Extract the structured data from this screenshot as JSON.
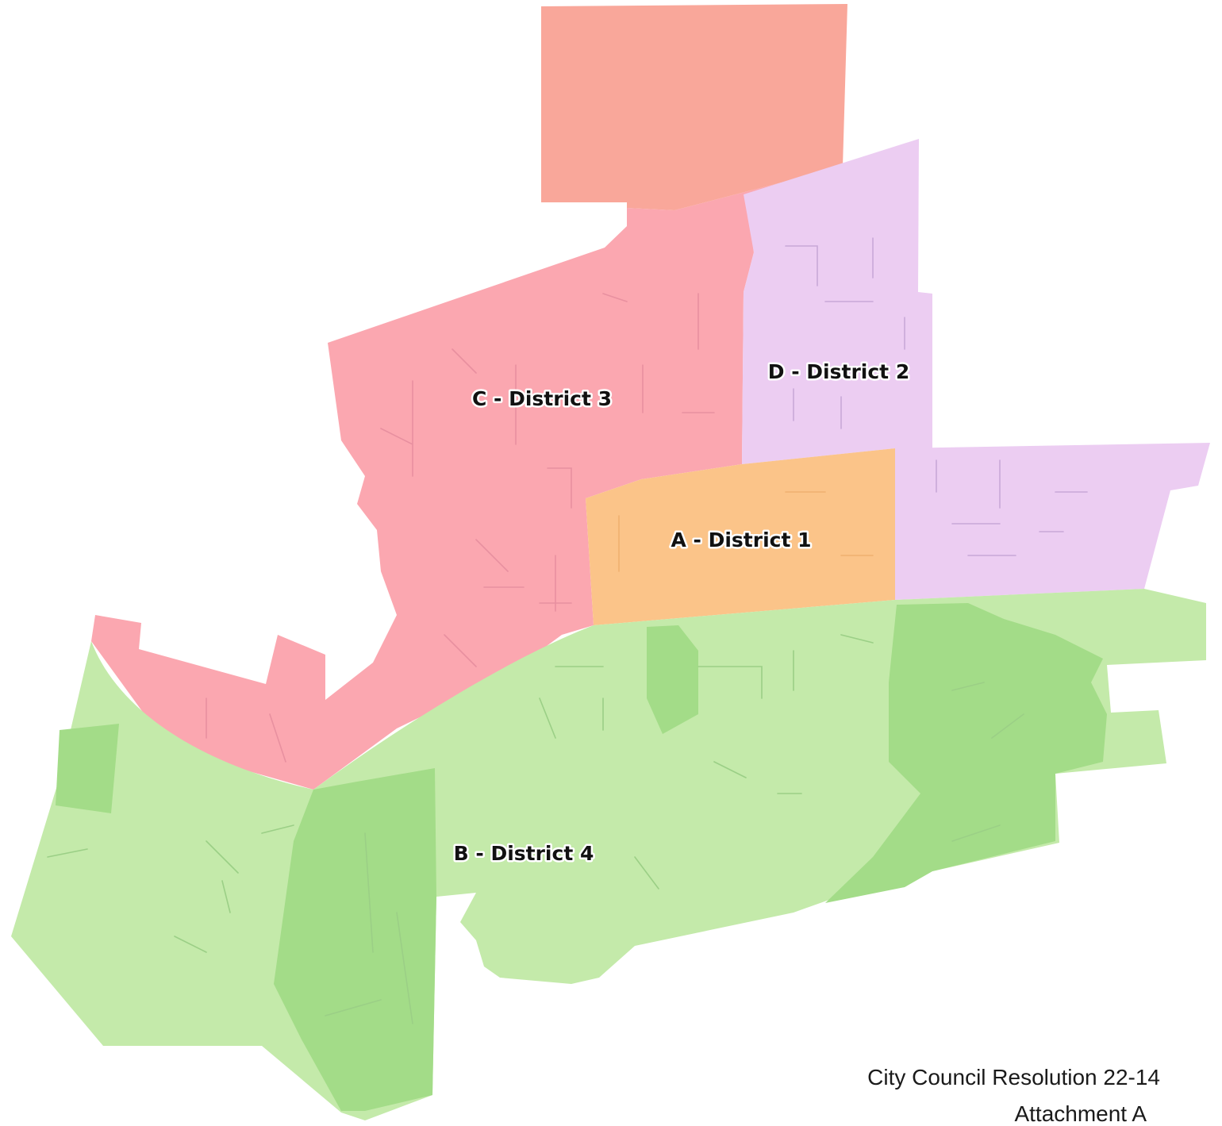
{
  "map": {
    "districts": [
      {
        "id": "A",
        "label": "A - District 1",
        "color": "#fbc489"
      },
      {
        "id": "B",
        "label": "B - District 4",
        "color": "#c4eaaa",
        "park_color": "#a3dc88"
      },
      {
        "id": "C",
        "label": "C - District 3",
        "color": "#fba7b0",
        "north_color": "#f9a79a"
      },
      {
        "id": "D",
        "label": "D - District 2",
        "color": "#eccdf2"
      }
    ],
    "caption": {
      "line1": "City Council Resolution 22-14",
      "line2": "Attachment A"
    }
  }
}
